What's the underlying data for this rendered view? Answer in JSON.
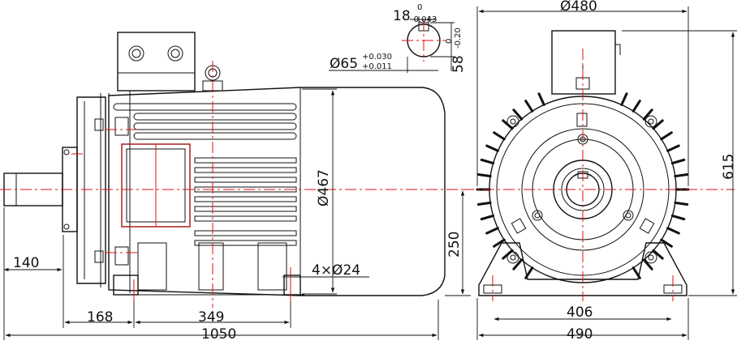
{
  "dimensions": {
    "overall_length": "1050",
    "shaft_extension": "140",
    "foot_to_shaft_end": "168",
    "foot_hole_spacing_side": "349",
    "foot_holes": "4×Ø24",
    "body_diameter": "Ø467",
    "shaft_height": "250",
    "overall_width": "Ø480",
    "overall_height": "615",
    "foot_hole_spacing_front": "406",
    "foot_width": "490",
    "shaft_diameter": {
      "value": "Ø65",
      "tol_upper": "+0.030",
      "tol_lower": "+0.011"
    },
    "key_width": {
      "value": "18",
      "tol_upper": "0",
      "tol_lower": "-0.043"
    },
    "key_depth": {
      "value": "58",
      "tol_upper": "0",
      "tol_lower": "-0.20"
    }
  }
}
